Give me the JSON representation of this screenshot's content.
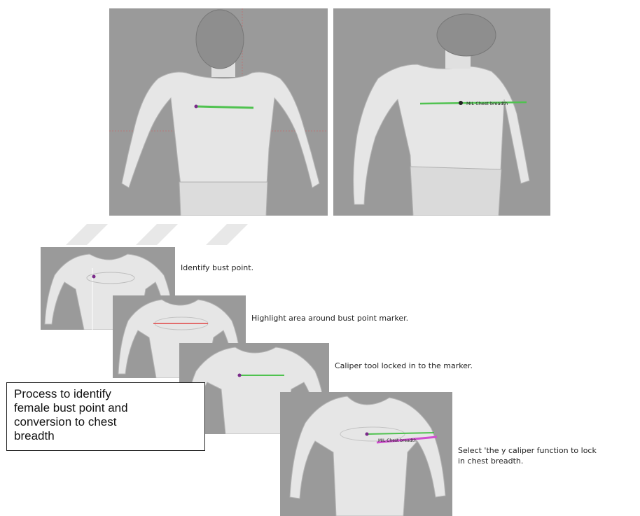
{
  "figure": {
    "top_left_panel": {
      "description_icon": "front-view-body-scan"
    },
    "top_right_panel": {
      "annotation_text": "MIL Chest breadth"
    },
    "steps": [
      {
        "label": "Identify bust point."
      },
      {
        "label": "Highlight area around bust point marker."
      },
      {
        "label": "Caliper tool locked in to the marker."
      },
      {
        "label_line1": "Select 'the y caliper function to lock",
        "label_line2": "in chest breadth.",
        "annotation_text": "MIL Chest breadth"
      }
    ],
    "process_box": {
      "line1": "Process to identify",
      "line2": "female bust point and",
      "line3": "conversion to chest",
      "line4": "breadth"
    }
  },
  "colors": {
    "panel_bg": "#9a9a9a",
    "body_fill": "#e6e6e6",
    "measure_green": "#4fc24f",
    "measure_red": "#e04545",
    "measure_magenta": "#d04fd0",
    "marker_purple": "#7a2a8a"
  }
}
